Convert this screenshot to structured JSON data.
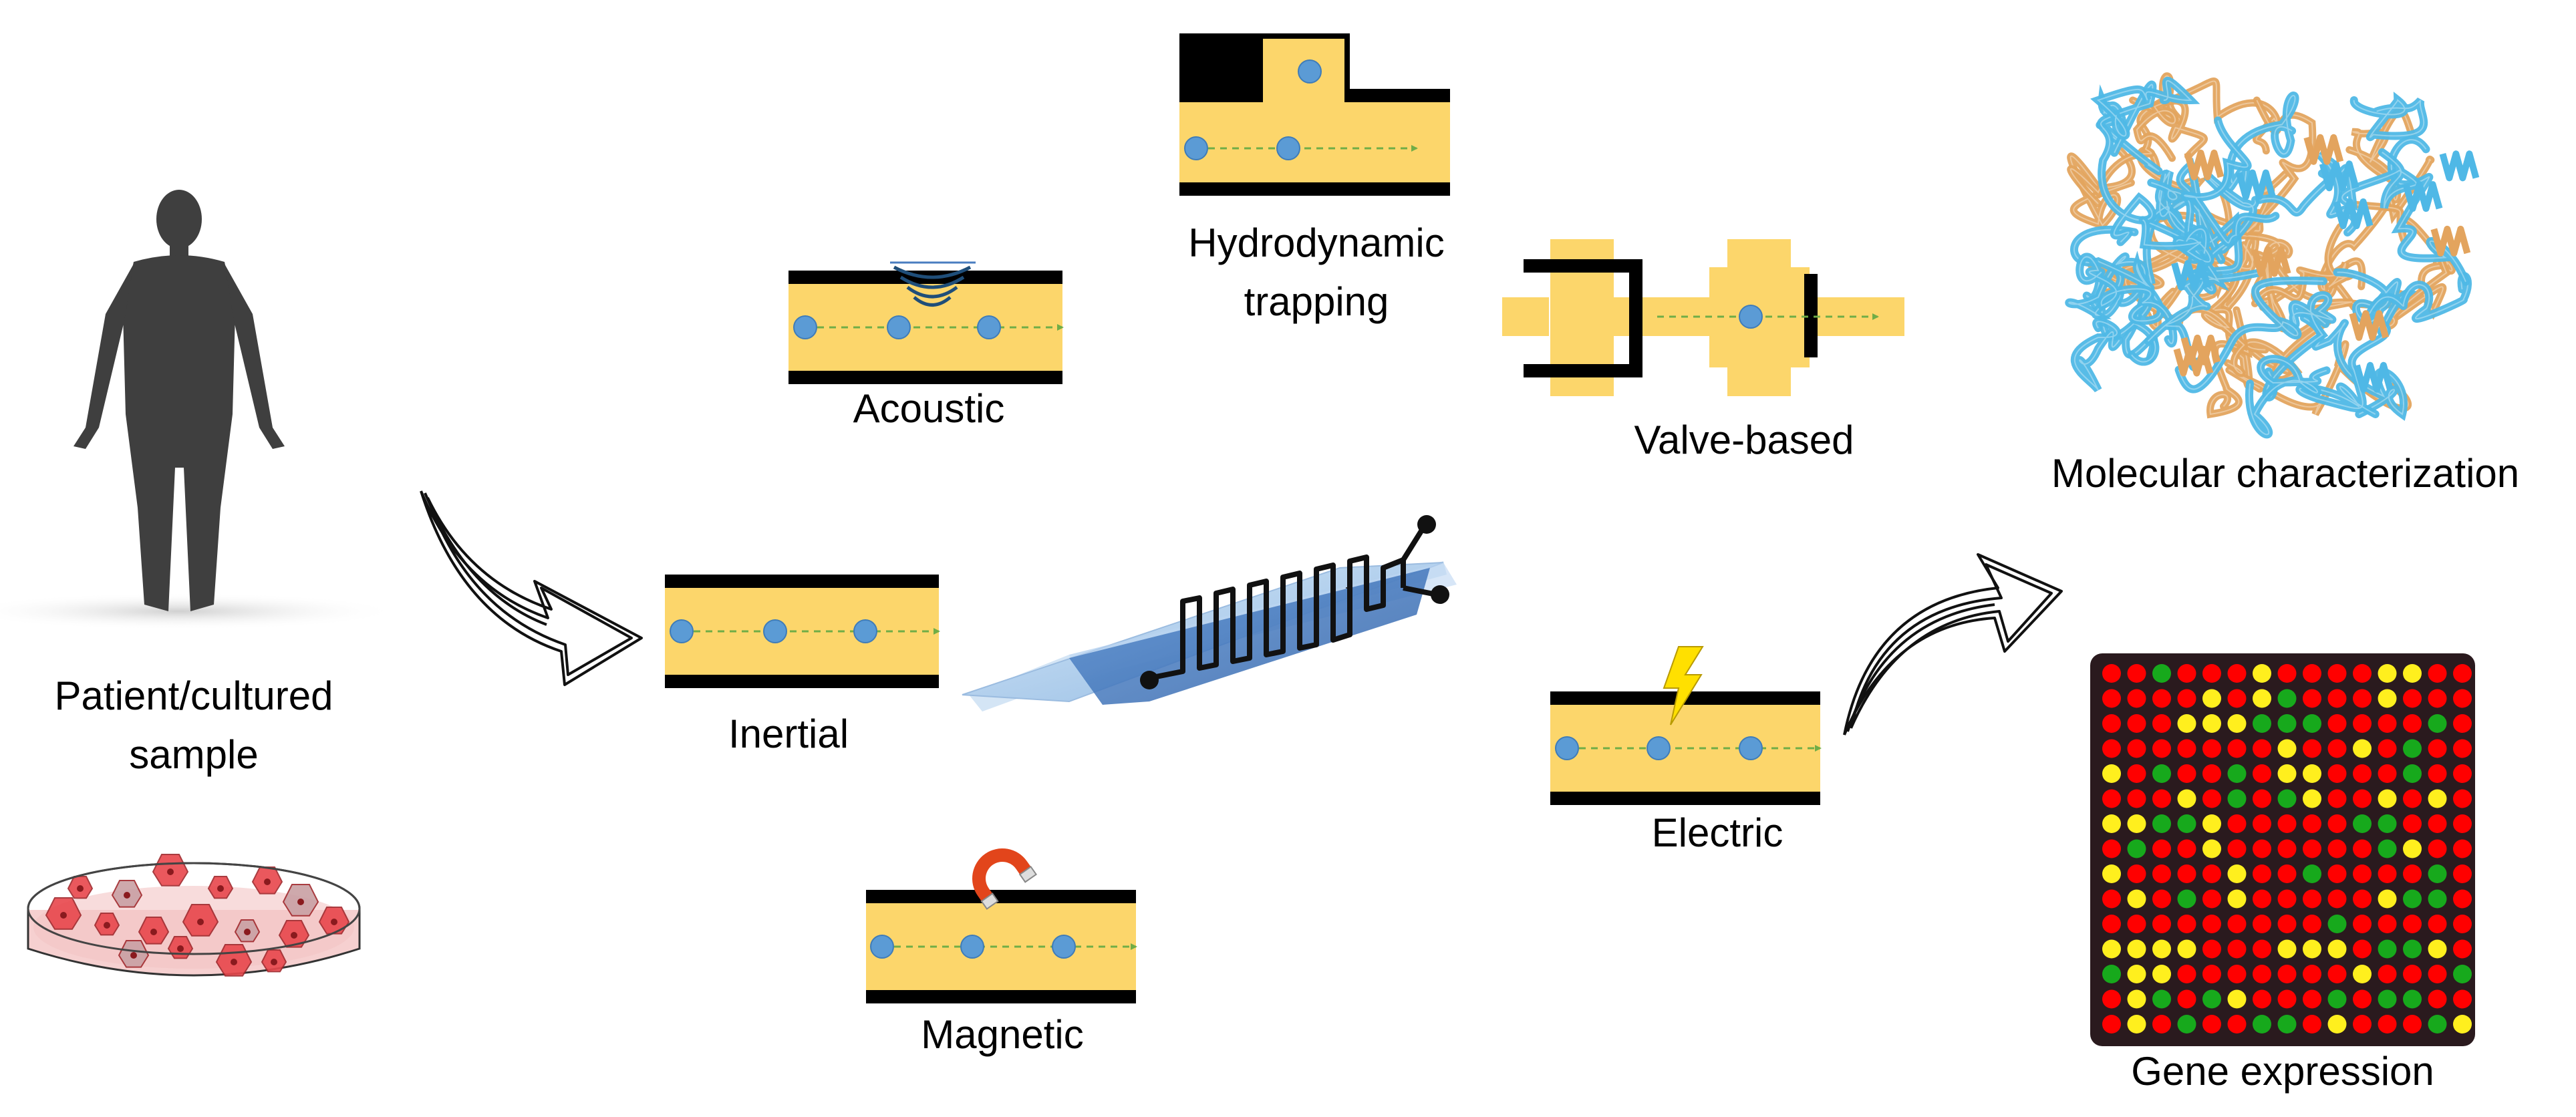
{
  "labels": {
    "patient_line1": "Patient/cultured",
    "patient_line2": "sample",
    "acoustic": "Acoustic",
    "hydrodynamic_line1": "Hydrodynamic",
    "hydrodynamic_line2": "trapping",
    "valve": "Valve-based",
    "inertial": "Inertial",
    "magnetic": "Magnetic",
    "electric": "Electric",
    "molecular": "Molecular characterization",
    "gene": "Gene expression"
  },
  "colors": {
    "channel_fill": "#FCD66B",
    "channel_wall": "#000000",
    "cell": "#5B9BD5",
    "flow_arrow": "#70AD47",
    "silhouette": "#3F3F3F",
    "dish_cell": "#E8474C",
    "chip_glass": "#A9CCEE",
    "chip_dark": "#4A7DC0",
    "magnet": "#E2451B",
    "bolt": "#FFE000",
    "protein_blue": "#4FB8E6",
    "protein_orange": "#E3A45E",
    "array_bg": "#2A1A1E",
    "array_red": "#FF0000",
    "array_green": "#17A91C",
    "array_yellow": "#FFEF1E"
  },
  "icons": [
    "human-silhouette-icon",
    "petri-dish-icon",
    "microfluidic-chip-icon",
    "magnet-icon",
    "lightning-icon",
    "protein-structure-icon",
    "microarray-icon",
    "sketch-arrow-icon"
  ]
}
